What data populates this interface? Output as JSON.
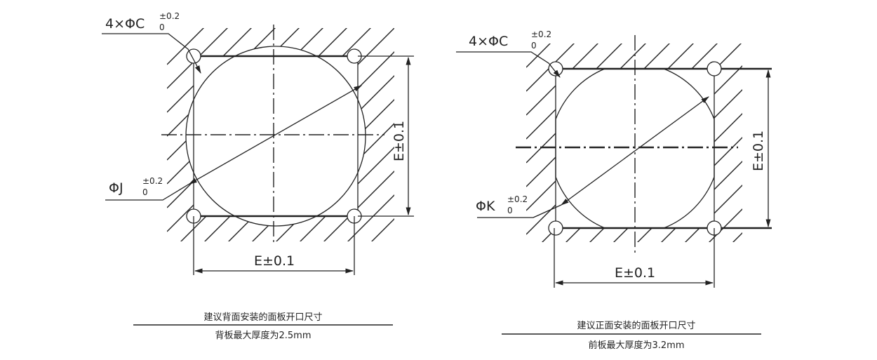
{
  "left_view": {
    "hole_label": "4×ΦC",
    "hole_tol_upper": "±0.2",
    "hole_tol_lower": "0",
    "opening_label": "ΦJ",
    "opening_tol_upper": "±0.2",
    "opening_tol_lower": "0",
    "width_label": "E±0.1",
    "height_label": "E±0.1",
    "caption_title": "建议背面安装的面板开口尺寸",
    "caption_note": "背板最大厚度为2.5mm"
  },
  "right_view": {
    "hole_label": "4×ΦC",
    "hole_tol_upper": "±0.2",
    "hole_tol_lower": "0",
    "opening_label": "ΦK",
    "opening_tol_upper": "±0.2",
    "opening_tol_lower": "0",
    "width_label": "E±0.1",
    "height_label": "E±0.1",
    "caption_title": "建议正面安装的面板开口尺寸",
    "caption_note": "前板最大厚度为3.2mm"
  },
  "colors": {
    "line": "#222222",
    "background": "#ffffff"
  }
}
